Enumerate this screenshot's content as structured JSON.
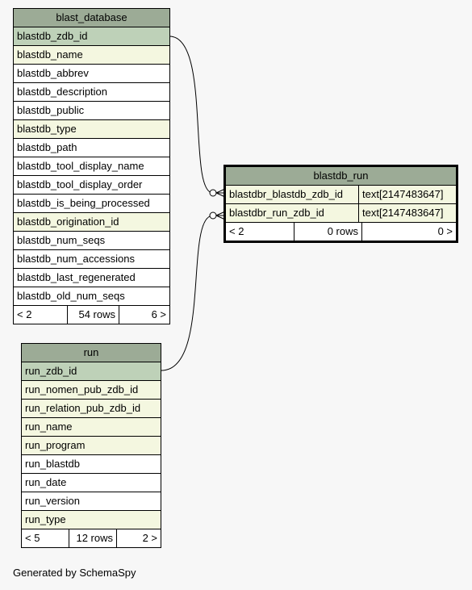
{
  "tables": {
    "blast_database": {
      "name": "blast_database",
      "columns": [
        {
          "name": "blastdb_zdb_id",
          "kind": "pk"
        },
        {
          "name": "blastdb_name",
          "kind": "fk"
        },
        {
          "name": "blastdb_abbrev",
          "kind": "plain"
        },
        {
          "name": "blastdb_description",
          "kind": "plain"
        },
        {
          "name": "blastdb_public",
          "kind": "plain"
        },
        {
          "name": "blastdb_type",
          "kind": "fk"
        },
        {
          "name": "blastdb_path",
          "kind": "plain"
        },
        {
          "name": "blastdb_tool_display_name",
          "kind": "plain"
        },
        {
          "name": "blastdb_tool_display_order",
          "kind": "plain"
        },
        {
          "name": "blastdb_is_being_processed",
          "kind": "plain"
        },
        {
          "name": "blastdb_origination_id",
          "kind": "fk"
        },
        {
          "name": "blastdb_num_seqs",
          "kind": "plain"
        },
        {
          "name": "blastdb_num_accessions",
          "kind": "plain"
        },
        {
          "name": "blastdb_last_regenerated",
          "kind": "plain"
        },
        {
          "name": "blastdb_old_num_seqs",
          "kind": "plain"
        }
      ],
      "footer": {
        "parents": "< 2",
        "rows": "54 rows",
        "children": "6 >"
      }
    },
    "blastdb_run": {
      "name": "blastdb_run",
      "columns": [
        {
          "name": "blastdbr_blastdb_zdb_id",
          "type": "text[2147483647]",
          "kind": "fk"
        },
        {
          "name": "blastdbr_run_zdb_id",
          "type": "text[2147483647]",
          "kind": "fk"
        }
      ],
      "footer": {
        "parents": "< 2",
        "rows": "0 rows",
        "children": "0 >"
      }
    },
    "run": {
      "name": "run",
      "columns": [
        {
          "name": "run_zdb_id",
          "kind": "pk"
        },
        {
          "name": "run_nomen_pub_zdb_id",
          "kind": "fk"
        },
        {
          "name": "run_relation_pub_zdb_id",
          "kind": "fk"
        },
        {
          "name": "run_name",
          "kind": "fk"
        },
        {
          "name": "run_program",
          "kind": "fk"
        },
        {
          "name": "run_blastdb",
          "kind": "plain"
        },
        {
          "name": "run_date",
          "kind": "plain"
        },
        {
          "name": "run_version",
          "kind": "plain"
        },
        {
          "name": "run_type",
          "kind": "fk"
        }
      ],
      "footer": {
        "parents": "< 5",
        "rows": "12 rows",
        "children": "2 >"
      }
    }
  },
  "relationships": [
    {
      "from": "blast_database.blastdb_zdb_id",
      "to": "blastdb_run.blastdbr_blastdb_zdb_id"
    },
    {
      "from": "run.run_zdb_id",
      "to": "blastdb_run.blastdbr_run_zdb_id"
    }
  ],
  "colors": {
    "header": "#9cab96",
    "primary_key_row": "#bed1b8",
    "foreign_key_row": "#f4f7e0",
    "plain_row": "#ffffff",
    "background": "#f7f7f7"
  },
  "footnote": "Generated by SchemaSpy"
}
